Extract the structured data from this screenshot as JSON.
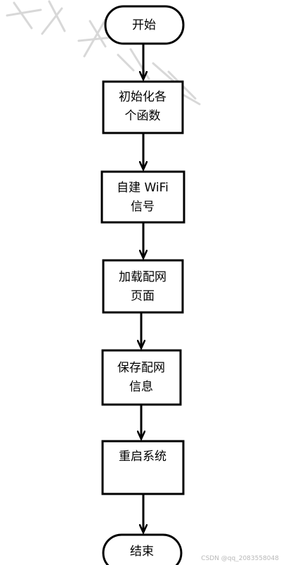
{
  "diagram": {
    "type": "flowchart",
    "nodes": [
      {
        "id": "start",
        "shape": "terminal",
        "lines": [
          "开始"
        ]
      },
      {
        "id": "init",
        "shape": "process",
        "lines": [
          "初始化各",
          "个函数"
        ]
      },
      {
        "id": "wifi",
        "shape": "process",
        "lines": [
          "自建 WiFi",
          "信号"
        ]
      },
      {
        "id": "load",
        "shape": "process",
        "lines": [
          "加载配网",
          "页面"
        ]
      },
      {
        "id": "save",
        "shape": "process",
        "lines": [
          "保存配网",
          "信息"
        ]
      },
      {
        "id": "restart",
        "shape": "process",
        "lines": [
          "重启系统"
        ]
      },
      {
        "id": "end",
        "shape": "terminal",
        "lines": [
          "结束"
        ]
      }
    ],
    "edges": [
      {
        "from": "start",
        "to": "init"
      },
      {
        "from": "init",
        "to": "wifi"
      },
      {
        "from": "wifi",
        "to": "load"
      },
      {
        "from": "load",
        "to": "save"
      },
      {
        "from": "save",
        "to": "restart"
      },
      {
        "from": "restart",
        "to": "end"
      }
    ]
  },
  "watermark": {
    "text": "CSDN @qq_2083558048",
    "color": "#b8b8b8"
  },
  "colors": {
    "stroke": "#000000",
    "background": "#ffffff",
    "faint_mark": "#d8d8d8"
  }
}
